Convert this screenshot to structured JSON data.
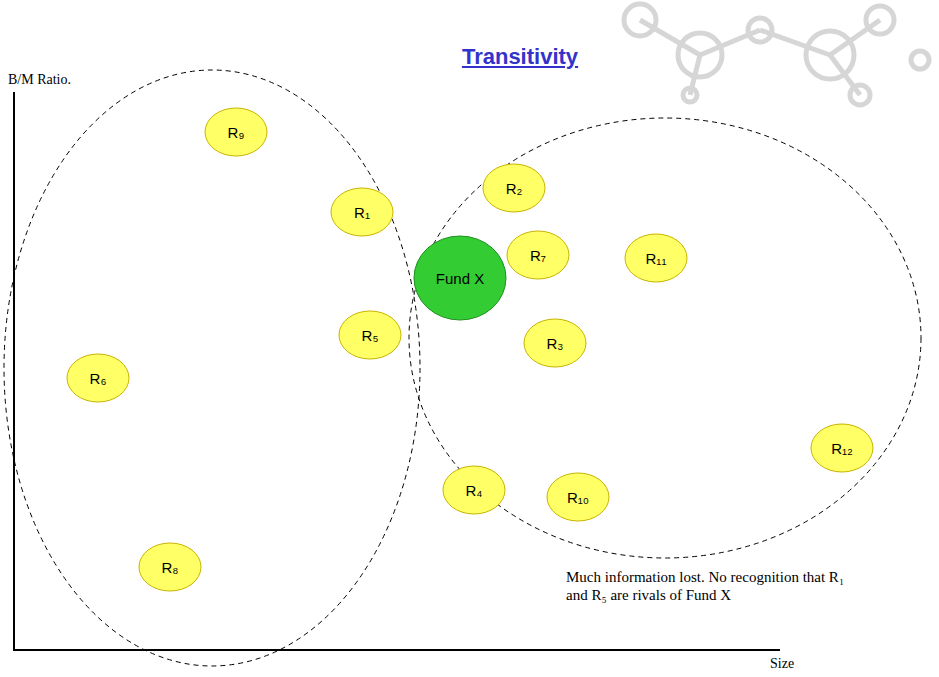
{
  "diagram": {
    "title": "Transitivity",
    "nodes": [
      {
        "text": [
          "R₉"
        ]
      },
      {
        "text": [
          "R₂"
        ]
      },
      {
        "text": [
          "R₁"
        ]
      },
      {
        "text": [
          "R₇"
        ]
      },
      {
        "text": [
          "Fund X"
        ]
      },
      {
        "text": [
          "R₁₁"
        ]
      },
      {
        "text": [
          "R₅"
        ]
      },
      {
        "text": [
          "R₃"
        ]
      },
      {
        "text": [
          "R₆"
        ]
      },
      {
        "text": [
          "R₁₂"
        ]
      },
      {
        "text": [
          "R₄"
        ]
      },
      {
        "text": [
          "R₁₀"
        ]
      },
      {
        "text": [
          "R₈"
        ]
      }
    ],
    "labels": [
      "B/M Ratio.",
      "Size",
      "Much information lost.  No recognition that R₁ and R₅ are rivals of Fund X"
    ]
  }
}
